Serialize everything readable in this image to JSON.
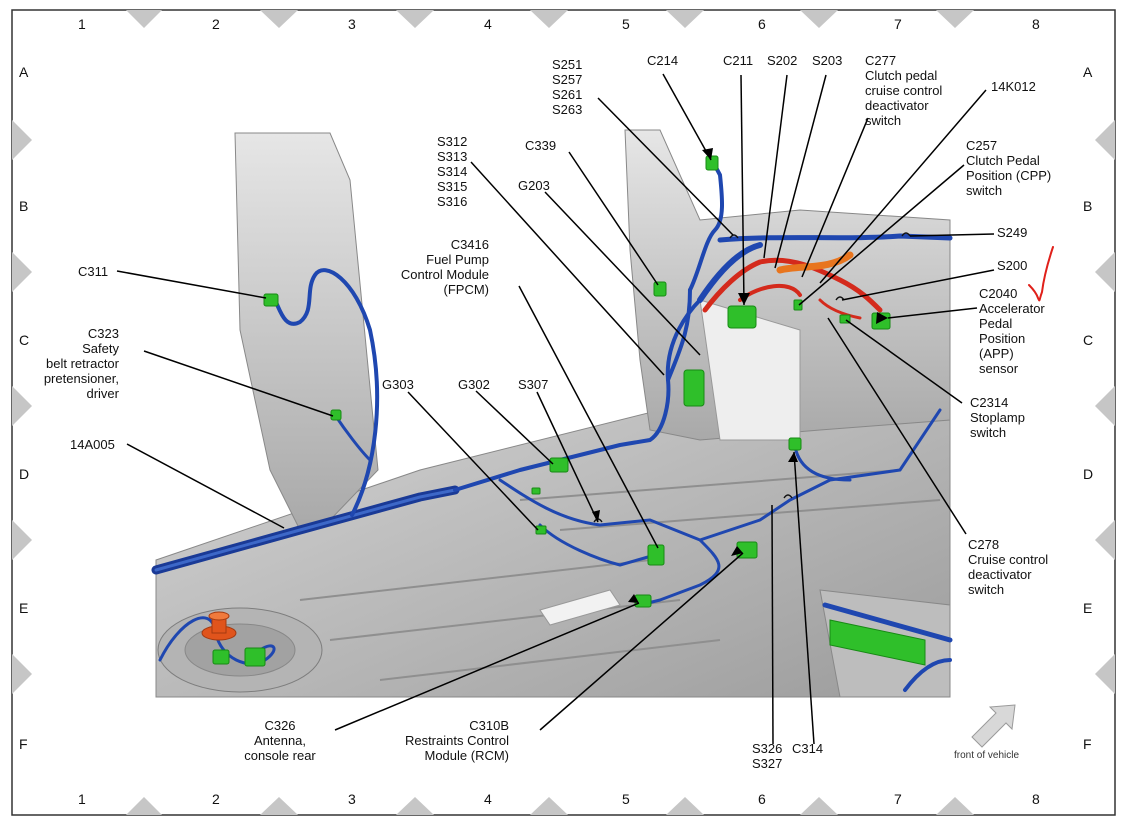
{
  "grid": {
    "columns": [
      "1",
      "2",
      "3",
      "4",
      "5",
      "6",
      "7",
      "8"
    ],
    "rows": [
      "A",
      "B",
      "C",
      "D",
      "E",
      "F"
    ]
  },
  "colors": {
    "wire_main": "#1c3f9e",
    "wire_highlight": "#3f7be0",
    "wire_red": "#d42a1c",
    "connector": "#2fbf2a",
    "body_panel": "#c9c9c9",
    "grommet": "#e0541c",
    "annotation_mark": "#e0201a"
  },
  "components": {
    "c311": "C311",
    "c323": "C323\nSafety\nbelt retractor\npretensioner,\ndriver",
    "h14a005": "14A005",
    "s312": "S312\nS313\nS314\nS315\nS316",
    "c3416": "C3416\nFuel Pump\nControl Module\n(FPCM)",
    "c339": "C339",
    "g203": "G203",
    "s251": "S251\nS257\nS261\nS263",
    "c214": "C214",
    "c211": "C211",
    "s202": "S202",
    "s203": "S203",
    "c277": "C277\nClutch pedal\ncruise control\ndeactivator\nswitch",
    "k14012": "14K012",
    "c257": "C257\nClutch Pedal\nPosition (CPP)\nswitch",
    "s249": "S249",
    "s200": "S200",
    "c2040": "C2040\nAccelerator\nPedal\nPosition\n(APP)\nsensor",
    "c2314": "C2314\nStoplamp\nswitch",
    "c278": "C278\nCruise control\ndeactivator\nswitch",
    "g303": "G303",
    "g302": "G302",
    "s307": "S307",
    "c326": "C326\nAntenna,\nconsole rear",
    "c310b": "C310B\nRestraints Control\nModule (RCM)",
    "s326": "S326\nS327",
    "c314": "C314"
  },
  "legend": {
    "front_of_vehicle": "front of vehicle",
    "arrow_icon": "arrow-up-right-icon"
  }
}
